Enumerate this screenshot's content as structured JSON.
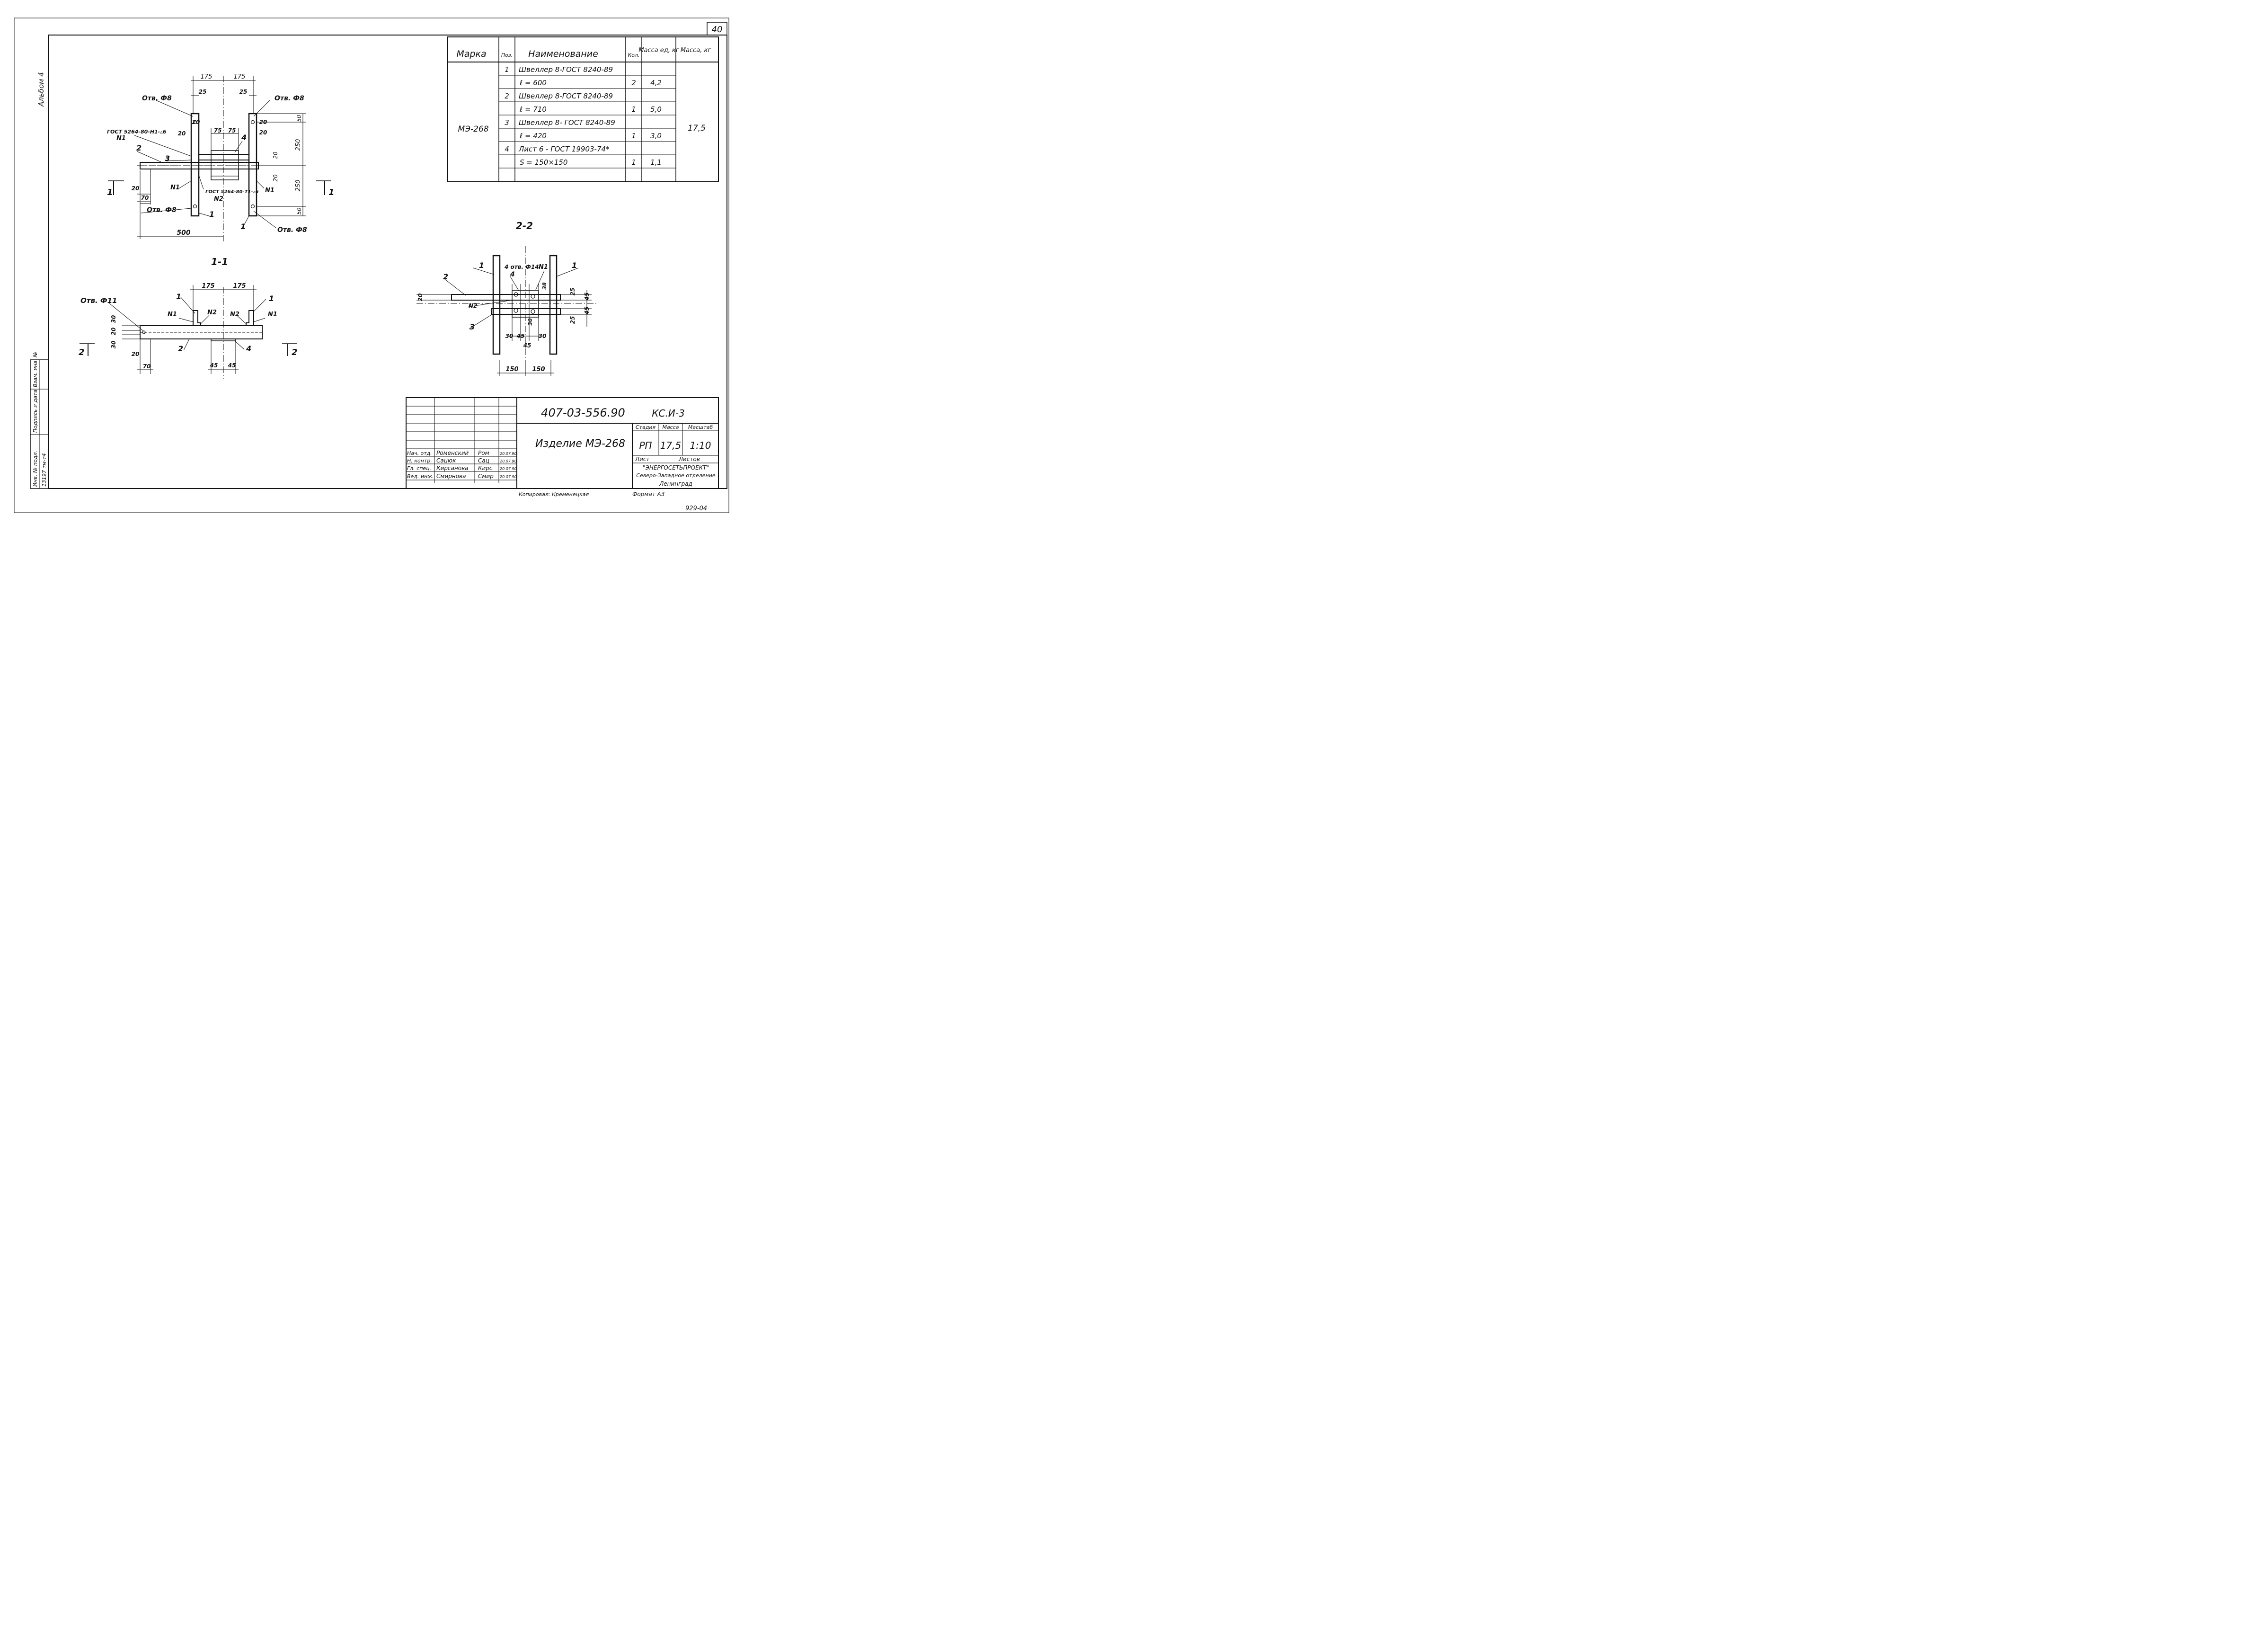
{
  "sheet_number": "40",
  "album_label": "Альбом 4",
  "copied_by": "Копировал: Кременецкая",
  "format": "Формат А3",
  "corner_code": "929-04",
  "spec_table": {
    "headers": [
      "Марка",
      "Поз.",
      "Наименование",
      "Кол.",
      "Масса ед, кг",
      "Масса, кг"
    ],
    "mark": "МЭ-268",
    "total_mass": "17,5",
    "rows": [
      {
        "pos": "1",
        "name": "Швеллер 8-ГОСТ 8240-89",
        "qty": "",
        "unit_mass": ""
      },
      {
        "pos": "",
        "name": "ℓ = 600",
        "qty": "2",
        "unit_mass": "4,2"
      },
      {
        "pos": "2",
        "name": "Швеллер 8-ГОСТ 8240-89",
        "qty": "",
        "unit_mass": ""
      },
      {
        "pos": "",
        "name": "ℓ = 710",
        "qty": "1",
        "unit_mass": "5,0"
      },
      {
        "pos": "3",
        "name": "Швеллер 8- ГОСТ 8240-89",
        "qty": "",
        "unit_mass": ""
      },
      {
        "pos": "",
        "name": "ℓ = 420",
        "qty": "1",
        "unit_mass": "3,0"
      },
      {
        "pos": "4",
        "name": "Лист 6 - ГОСТ 19903-74*",
        "qty": "",
        "unit_mass": ""
      },
      {
        "pos": "",
        "name": "S = 150×150",
        "qty": "1",
        "unit_mass": "1,1"
      },
      {
        "pos": "",
        "name": "",
        "qty": "",
        "unit_mass": ""
      }
    ]
  },
  "plan_view": {
    "dims": {
      "d175a": "175",
      "d175b": "175",
      "d25a": "25",
      "d25b": "25",
      "d75a": "75",
      "d75b": "75",
      "d20a": "20",
      "d20b": "20",
      "d20c": "20",
      "d20d": "20",
      "d20e": "20",
      "d70": "70",
      "d500": "500",
      "d50a": "50",
      "d250a": "250",
      "d250b": "250",
      "d50b": "50"
    },
    "labels": {
      "hole1": "Отв. Ф8",
      "hole2": "Отв. Ф8",
      "hole3": "Отв. Ф8",
      "hole4": "Отв. Ф8",
      "gost1": "ГОСТ 5264-80-Н1-▵6",
      "n1a": "N1",
      "gost2": "ГОСТ 5264-80-Т1-▵6",
      "n2": "N2",
      "n1b": "N1",
      "n1c": "N1",
      "p1a": "1",
      "p1b": "1",
      "p2": "2",
      "p3": "3",
      "p4": "4",
      "cut_l": "1",
      "cut_r": "1"
    }
  },
  "section_1_1": {
    "title": "1-1",
    "dims": {
      "d175a": "175",
      "d175b": "175",
      "d30a": "30",
      "d20a": "20",
      "d30b": "30",
      "d20b": "20",
      "d70": "70",
      "d45a": "45",
      "d45b": "45"
    },
    "labels": {
      "hole": "Отв. Ф11",
      "p1a": "1",
      "p1b": "1",
      "n1a": "N1",
      "n2a": "N2",
      "n2b": "N2",
      "n1b": "N1",
      "p2": "2",
      "p4": "4",
      "cut_l": "2",
      "cut_r": "2"
    }
  },
  "section_2_2": {
    "title": "2-2",
    "dims": {
      "d20": "20",
      "d38": "38",
      "d25a": "25",
      "d45a": "45",
      "d45b": "45",
      "d25b": "25",
      "d30a": "30",
      "d45c": "45",
      "d30b": "30",
      "d45d": "45",
      "d30c": "30",
      "d150a": "150",
      "d150b": "150"
    },
    "labels": {
      "p1a": "1",
      "p1b": "1",
      "holes": "4 отв. Ф14",
      "n1": "N1",
      "p2": "2",
      "p4": "4",
      "n2": "N2",
      "p3": "3"
    }
  },
  "title_block": {
    "doc_number": "407-03-556.90",
    "doc_code": "КС.И-3",
    "item_name": "Изделие МЭ-268",
    "stage_header": "Стадия",
    "mass_header": "Масса",
    "scale_header": "Масштаб",
    "stage": "РП",
    "mass": "17,5",
    "scale": "1:10",
    "sheet_label": "Лист",
    "sheets_label": "Листов",
    "org1": "\"ЭНЕРГОСЕТЬПРОЕКТ\"",
    "org2": "Северо-Западное отделение",
    "org3": "Ленинград",
    "staff": [
      {
        "role": "Нач. отд.",
        "name": "Роменский",
        "sign": "Ром",
        "date": "20.07.90"
      },
      {
        "role": "Н. контр.",
        "name": "Сацюк",
        "sign": "Сац",
        "date": "20.07.90"
      },
      {
        "role": "Гл. спец.",
        "name": "Кирсанова",
        "sign": "Кирс",
        "date": "20.07.90"
      },
      {
        "role": "Вед. инж.",
        "name": "Смирнова",
        "sign": "Смир",
        "date": "20.07.90"
      }
    ]
  },
  "side_stamp": {
    "inv_label": "Инв. № подл.",
    "sign_label": "Подпись и дата",
    "vzam_label": "Взам. инв. №",
    "inv_value": "13197 тм-т4"
  }
}
